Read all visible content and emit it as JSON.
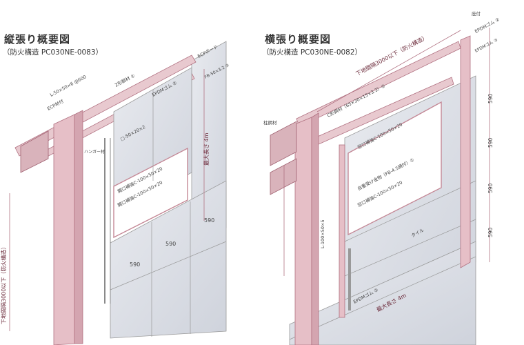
{
  "left": {
    "title": "縦張り概要図",
    "subtitle": "（防火構造 PC030NE-0083）",
    "labels": {
      "post": "L-50×50×6 @600",
      "ecp": "ECP材付",
      "z_member": "Z形鋼材 ①",
      "epdm": "EPDMゴム ②",
      "bracket": "□-50×20×2",
      "hanger": "ハンガー材",
      "frame_top": "開口補強C-100×50×20",
      "frame_bottom": "開口補強C-100×50×20",
      "side_label": "ECPボード",
      "height_v": "最大長さ 4m",
      "spacing_v": "下地間隔3000以下（防火構造）",
      "flat_bar": "FB-50×3.2 ③",
      "span_590": "590"
    }
  },
  "right": {
    "title": "横張り概要図",
    "subtitle": "（防火構造 PC030NE-0082）",
    "labels": {
      "top_edge": "庇付",
      "epdm_top": "EPDMゴム ②",
      "spacing_h": "下地間隔3000以下（防火構造）",
      "c_member": "C形鋼材（65×30×15×3.2）②",
      "epdm_side": "EPDMゴム ③",
      "window_top": "窓口補強C-100×50×20",
      "window_mid": "自重受け金物（FB-4.5頭付）①",
      "window_bottom": "窓口補強C-100×50×20",
      "corner": "L-100×50×5",
      "tile": "タイル",
      "epdm_bottom": "EPDMゴム ②",
      "height_h": "最大長さ 4m",
      "span_590": "590",
      "post_label": "柱鋼材"
    }
  }
}
